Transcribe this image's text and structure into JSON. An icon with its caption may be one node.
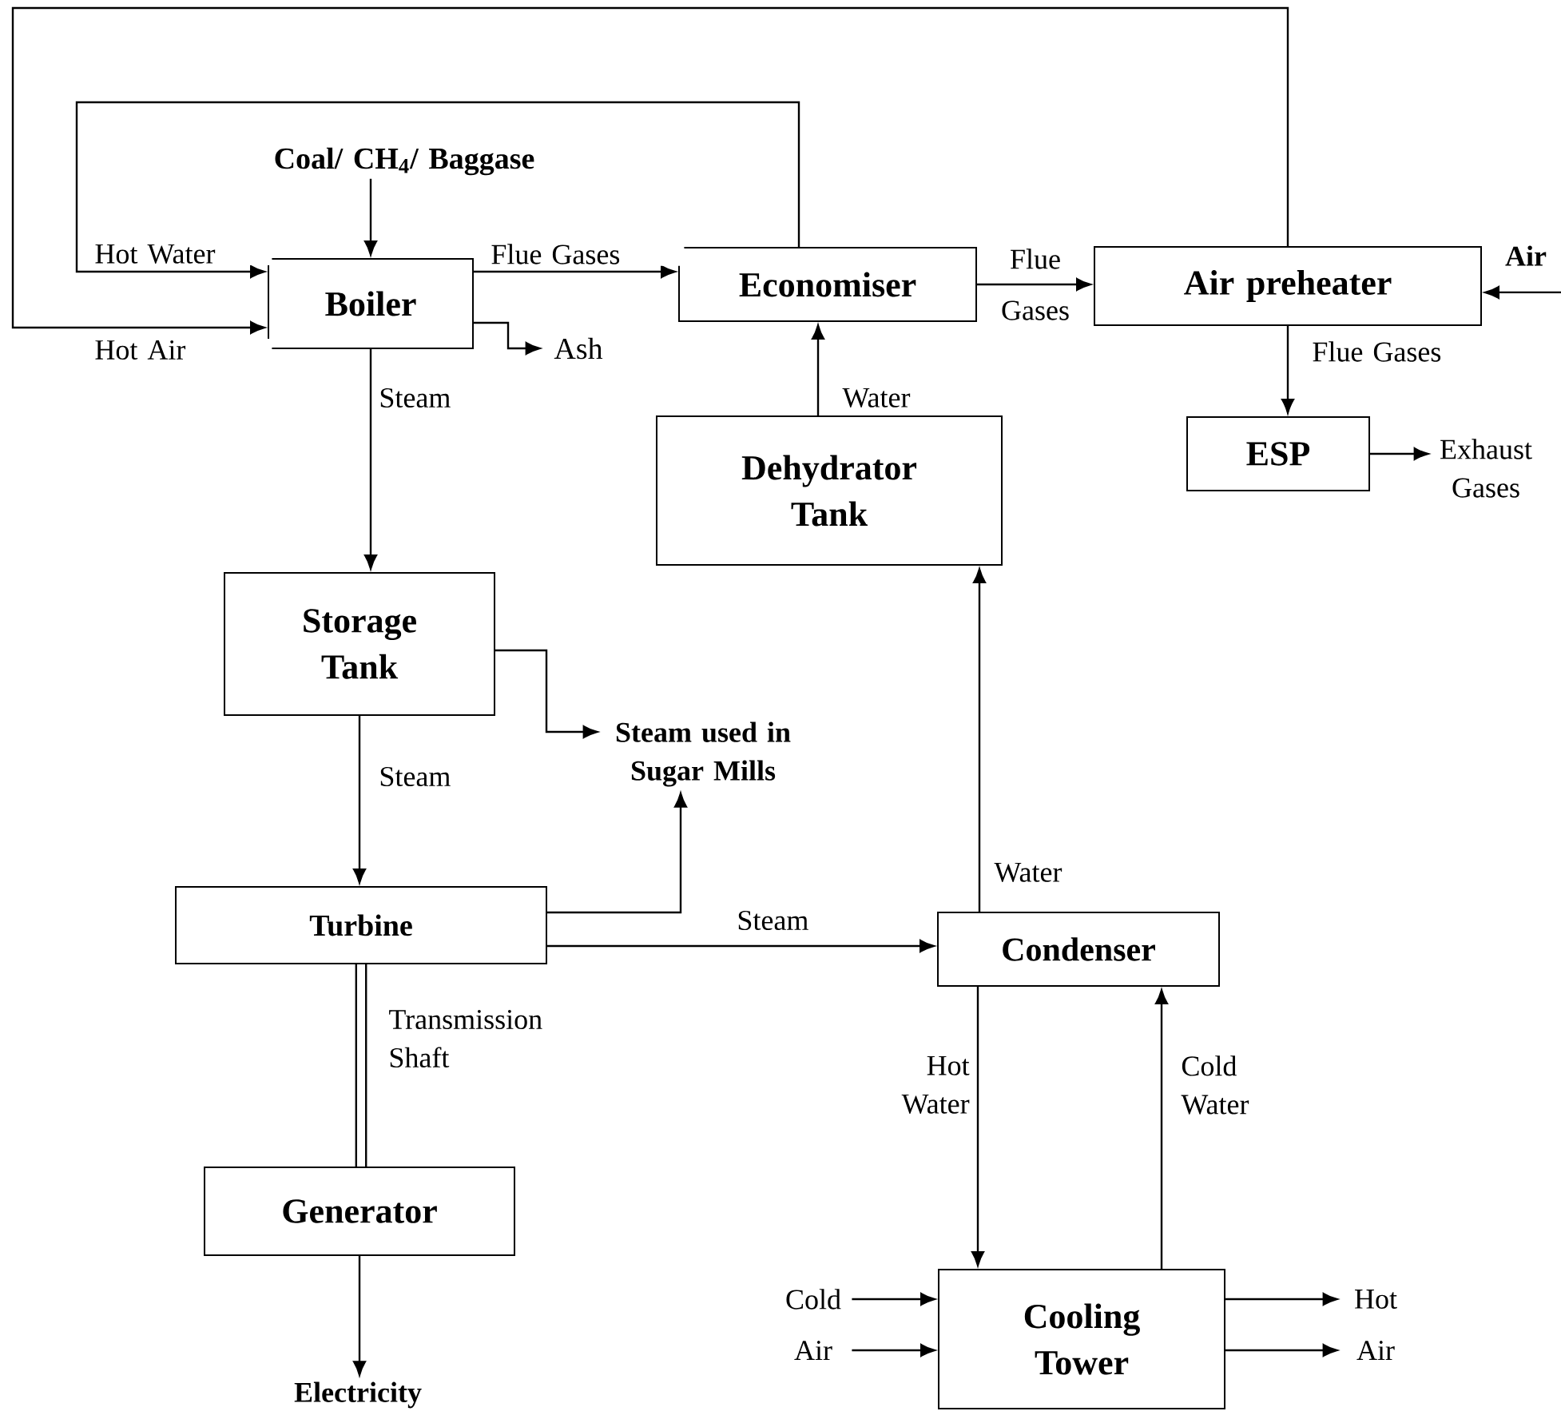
{
  "diagram": {
    "nodes": [
      {
        "text": [
          "Boiler"
        ]
      },
      {
        "text": [
          "Economiser"
        ]
      },
      {
        "text": [
          "Air preheater"
        ]
      },
      {
        "text": [
          "ESP"
        ]
      },
      {
        "text": [
          "Dehydrator Tank"
        ]
      },
      {
        "text": [
          "Storage Tank"
        ]
      },
      {
        "text": [
          "Turbine"
        ]
      },
      {
        "text": [
          "Condenser"
        ]
      },
      {
        "text": [
          "Generator"
        ]
      },
      {
        "text": [
          "Cooling Tower"
        ]
      },
      {
        "text": [
          "Coal/ CH$_{4}$/ Baggase"
        ]
      },
      {
        "text": [
          "Ash"
        ]
      },
      {
        "text": [
          "Exhaust Gases"
        ]
      },
      {
        "text": [
          "Steam used in Sugar Mills"
        ]
      },
      {
        "text": [
          "Electricity"
        ]
      },
      {
        "text": [
          "Cold"
        ]
      },
      {
        "text": [
          "Air"
        ]
      },
      {
        "text": [
          "Hot"
        ]
      },
      {
        "text": [
          "Air"
        ]
      }
    ],
    "edges": [
      {
        "from": 10,
        "to": 0,
        "arrow": "to"
      },
      {
        "from": 1,
        "to": 0,
        "arrow": "to",
        "label": "Hot Water"
      },
      {
        "from": 2,
        "to": 0,
        "arrow": "to",
        "label": "Hot Air"
      },
      {
        "from": 0,
        "to": 1,
        "arrow": "to",
        "label": "Flue Gases"
      },
      {
        "from": 1,
        "to": 2,
        "arrow": "to",
        "label": "Flue Gases"
      },
      {
        "from": null,
        "to": 2,
        "arrow": "to",
        "label": "Air"
      },
      {
        "from": 2,
        "to": 3,
        "arrow": "to",
        "label": "Flue Gases"
      },
      {
        "from": 3,
        "to": 12,
        "arrow": "to"
      },
      {
        "from": 0,
        "to": 11,
        "arrow": "to"
      },
      {
        "from": 0,
        "to": 5,
        "arrow": "to",
        "label": "Steam"
      },
      {
        "from": 5,
        "to": 13,
        "arrow": "to"
      },
      {
        "from": 5,
        "to": 6,
        "arrow": "to",
        "label": "Steam"
      },
      {
        "from": 6,
        "to": 13,
        "arrow": "to"
      },
      {
        "from": 6,
        "to": 7,
        "arrow": "to",
        "label": "Steam"
      },
      {
        "from": 6,
        "to": 8,
        "arrow": "none",
        "label": "Transmission Shaft",
        "style": "thick"
      },
      {
        "from": 8,
        "to": 14,
        "arrow": "to"
      },
      {
        "from": 7,
        "to": 4,
        "arrow": "to",
        "label": "Water"
      },
      {
        "from": 4,
        "to": 1,
        "arrow": "to",
        "label": "Water"
      },
      {
        "from": 7,
        "to": 9,
        "arrow": "to",
        "label": "Hot Water"
      },
      {
        "from": 9,
        "to": 7,
        "arrow": "to",
        "label": "Cold Water"
      },
      {
        "from": 15,
        "to": 9,
        "arrow": "to"
      },
      {
        "from": 16,
        "to": 9,
        "arrow": "to"
      },
      {
        "from": 9,
        "to": 17,
        "arrow": "to"
      },
      {
        "from": 9,
        "to": 18,
        "arrow": "to"
      }
    ]
  }
}
